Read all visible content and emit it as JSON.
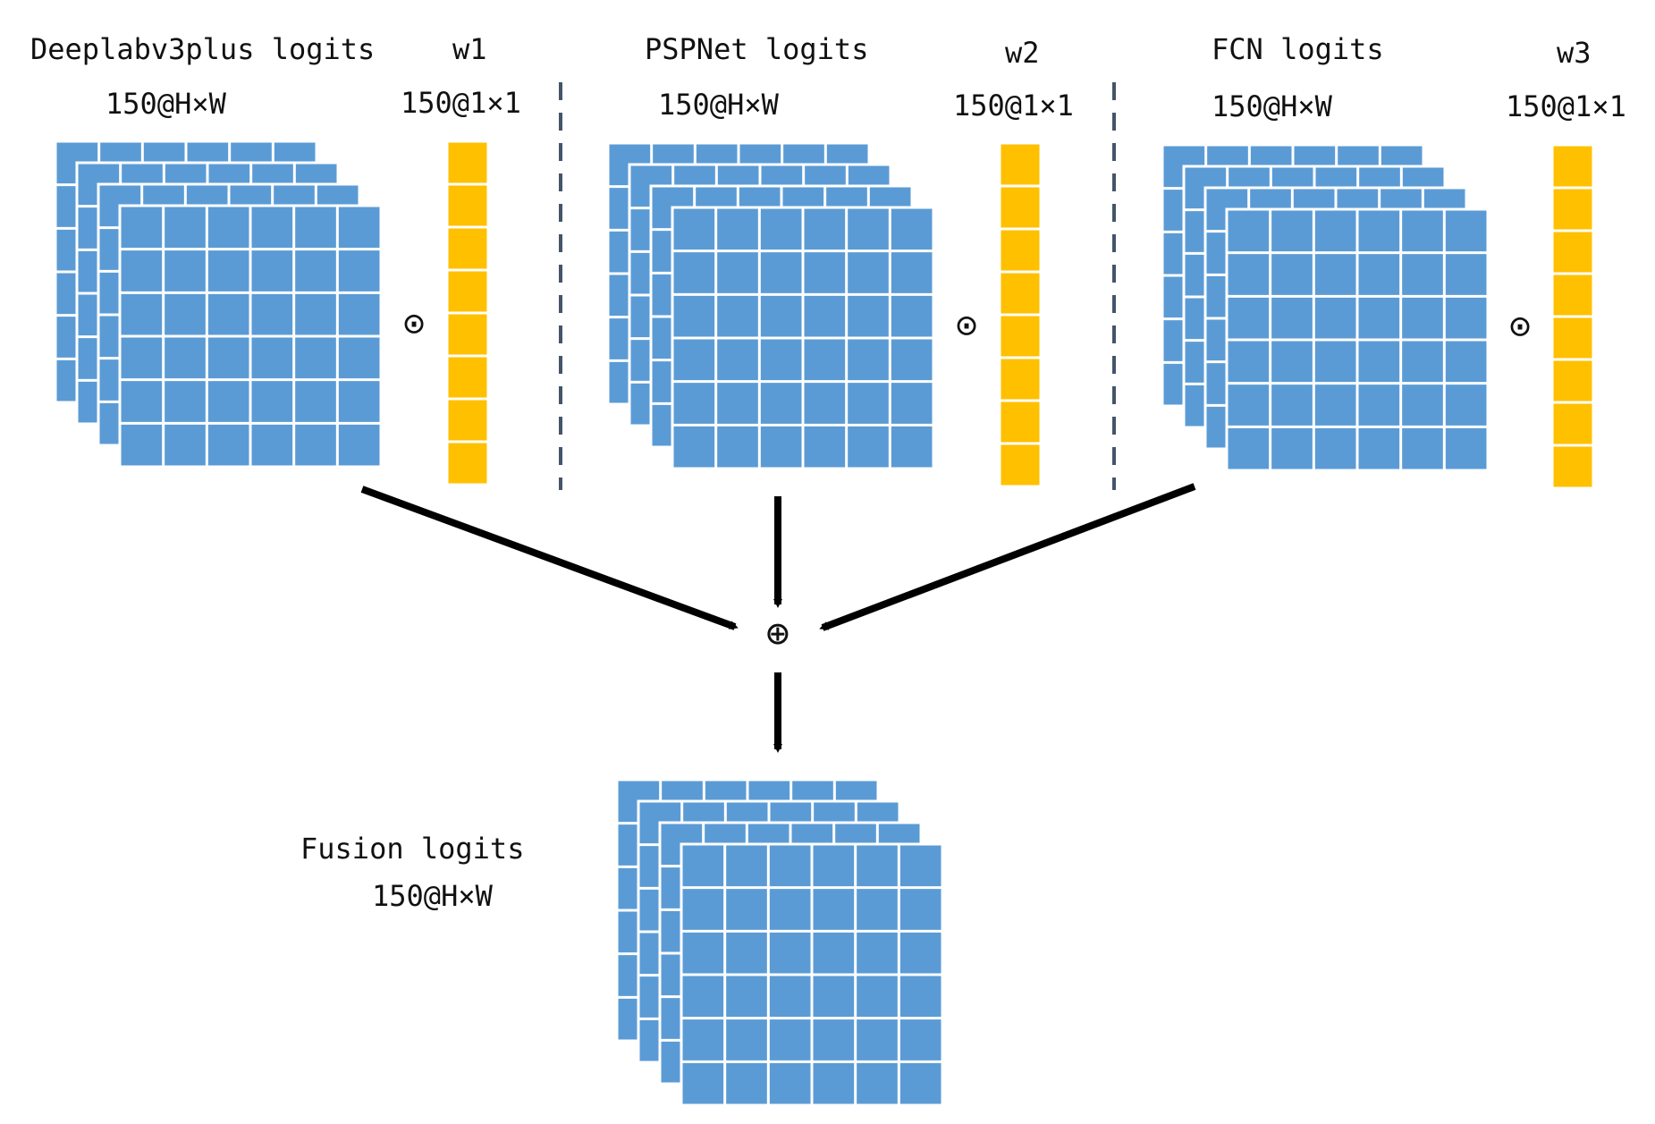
{
  "colors": {
    "grid": "#5b9bd5",
    "grid_line": "#ffffff",
    "weight": "#ffc000",
    "arrow": "#000000",
    "divider": "#44546a"
  },
  "branches": [
    {
      "id": "deeplab",
      "title": "Deeplabv3plus logits",
      "dims": "150@H×W",
      "weight_label": "w1",
      "weight_dims": "150@1×1",
      "op": "⊙"
    },
    {
      "id": "pspnet",
      "title": "PSPNet logits",
      "dims": "150@H×W",
      "weight_label": "w2",
      "weight_dims": "150@1×1",
      "op": "⊙"
    },
    {
      "id": "fcn",
      "title": "FCN logits",
      "dims": "150@H×W",
      "weight_label": "w3",
      "weight_dims": "150@1×1",
      "op": "⊙"
    }
  ],
  "fusion": {
    "op": "⊕",
    "title": "Fusion logits",
    "dims": "150@H×W"
  }
}
